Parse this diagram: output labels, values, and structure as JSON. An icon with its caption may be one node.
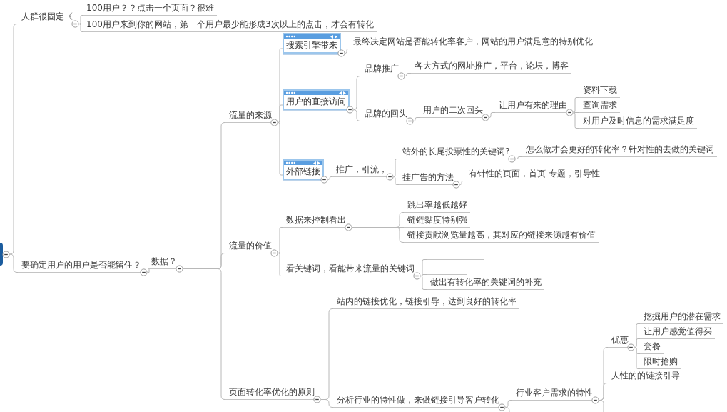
{
  "diagram": {
    "nodes": [
      {
        "text": [],
        "shape": "box"
      },
      {
        "text": [
          "人群很固定《"
        ]
      },
      {
        "text": [
          "100用户？？点击一个页面？很难"
        ]
      },
      {
        "text": [
          "100用户来到你的网站，第一个用户最少能形成3次以上的点击，才会有转化"
        ]
      },
      {
        "text": [
          "要确定用户的用户是否能留住？"
        ]
      },
      {
        "text": [
          "数据？"
        ]
      },
      {
        "text": [
          "流量的来源"
        ]
      },
      {
        "text": [
          "搜索引擎带来"
        ]
      },
      {
        "text": [
          "最终决定网站是否能转化率客户，网站的用户满足意的特别优化"
        ]
      },
      {
        "text": [
          "用户的直接访问"
        ]
      },
      {
        "text": [
          "品牌推广"
        ]
      },
      {
        "text": [
          "各大方式的网址推广，平台，论坛，博客"
        ]
      },
      {
        "text": [
          "品牌的回头"
        ]
      },
      {
        "text": [
          "用户的二次回头"
        ]
      },
      {
        "text": [
          "让用户有来的理由"
        ]
      },
      {
        "text": [
          "资料下载"
        ]
      },
      {
        "text": [
          "查询需求"
        ]
      },
      {
        "text": [
          "对用户及时信息的需求满足度"
        ]
      },
      {
        "text": [
          "外部链接"
        ]
      },
      {
        "text": [
          "推广，引流，"
        ]
      },
      {
        "text": [
          "站外的长尾投票性的关键词?"
        ]
      },
      {
        "text": [
          "怎么做才会更好的转化率？针对性的去做的关键词"
        ]
      },
      {
        "text": [
          "挂广告的方法"
        ]
      },
      {
        "text": [
          "有针性的页面，首页 专题，引导性"
        ]
      },
      {
        "text": [
          "流量的价值"
        ]
      },
      {
        "text": [
          "数据来控制看出"
        ]
      },
      {
        "text": [
          "跳出率越低越好"
        ]
      },
      {
        "text": [
          "链链黏度特别强"
        ]
      },
      {
        "text": [
          "链接贡献浏览量越高，其对应的链接来源越有价值"
        ]
      },
      {
        "text": [
          "看关键词，看能带来流量的关键词"
        ]
      },
      {
        "text": [],
        "shape": "line"
      },
      {
        "text": [],
        "shape": "line"
      },
      {
        "text": [
          "做出有转化率的关键词的补充"
        ]
      },
      {
        "text": [
          "页面转化率优化的原则"
        ]
      },
      {
        "text": [
          "站内的链接优化，链接引导，达到良好的转化率"
        ]
      },
      {
        "text": [
          "分析行业的特性做，来做链接引导客户转化"
        ]
      },
      {
        "text": [
          "行业客户需求的特性"
        ]
      },
      {
        "text": [
          "优惠"
        ]
      },
      {
        "text": [
          "挖掘用户的潜在需求"
        ]
      },
      {
        "text": [
          "让用户感觉值得买"
        ]
      },
      {
        "text": [
          "套餐"
        ]
      },
      {
        "text": [
          "限时抢购"
        ]
      },
      {
        "text": [
          "人性的的链接引导"
        ]
      }
    ],
    "edges": [
      {
        "from": 0,
        "to": 1,
        "arrow": "none"
      },
      {
        "from": 0,
        "to": 4,
        "arrow": "none"
      },
      {
        "from": 1,
        "to": 2,
        "arrow": "none"
      },
      {
        "from": 1,
        "to": 3,
        "arrow": "none"
      },
      {
        "from": 4,
        "to": 5,
        "arrow": "none"
      },
      {
        "from": 5,
        "to": 6,
        "arrow": "none"
      },
      {
        "from": 5,
        "to": 24,
        "arrow": "none"
      },
      {
        "from": 5,
        "to": 33,
        "arrow": "none"
      },
      {
        "from": 6,
        "to": 7,
        "arrow": "none"
      },
      {
        "from": 6,
        "to": 9,
        "arrow": "none"
      },
      {
        "from": 6,
        "to": 18,
        "arrow": "none"
      },
      {
        "from": 7,
        "to": 8,
        "arrow": "none"
      },
      {
        "from": 9,
        "to": 10,
        "arrow": "none"
      },
      {
        "from": 9,
        "to": 12,
        "arrow": "none"
      },
      {
        "from": 10,
        "to": 11,
        "arrow": "none"
      },
      {
        "from": 12,
        "to": 13,
        "arrow": "none"
      },
      {
        "from": 13,
        "to": 14,
        "arrow": "none"
      },
      {
        "from": 14,
        "to": 15,
        "arrow": "none"
      },
      {
        "from": 14,
        "to": 16,
        "arrow": "none"
      },
      {
        "from": 14,
        "to": 17,
        "arrow": "none"
      },
      {
        "from": 18,
        "to": 19,
        "arrow": "none"
      },
      {
        "from": 19,
        "to": 20,
        "arrow": "none"
      },
      {
        "from": 19,
        "to": 22,
        "arrow": "none"
      },
      {
        "from": 20,
        "to": 21,
        "arrow": "none"
      },
      {
        "from": 22,
        "to": 23,
        "arrow": "none"
      },
      {
        "from": 24,
        "to": 25,
        "arrow": "none"
      },
      {
        "from": 24,
        "to": 29,
        "arrow": "none"
      },
      {
        "from": 25,
        "to": 26,
        "arrow": "none"
      },
      {
        "from": 25,
        "to": 27,
        "arrow": "none"
      },
      {
        "from": 25,
        "to": 28,
        "arrow": "none"
      },
      {
        "from": 29,
        "to": 30,
        "arrow": "none"
      },
      {
        "from": 29,
        "to": 31,
        "arrow": "none"
      },
      {
        "from": 29,
        "to": 32,
        "arrow": "none"
      },
      {
        "from": 33,
        "to": 34,
        "arrow": "none"
      },
      {
        "from": 33,
        "to": 35,
        "arrow": "none"
      },
      {
        "from": 35,
        "to": 36,
        "arrow": "none"
      },
      {
        "from": 35,
        "to": null,
        "arrow": "none"
      },
      {
        "from": 36,
        "to": 37,
        "arrow": "none"
      },
      {
        "from": 36,
        "to": 42,
        "arrow": "none"
      },
      {
        "from": 36,
        "to": null,
        "arrow": "none"
      },
      {
        "from": 37,
        "to": 38,
        "arrow": "none"
      },
      {
        "from": 37,
        "to": 39,
        "arrow": "none"
      },
      {
        "from": 37,
        "to": 40,
        "arrow": "none"
      },
      {
        "from": 37,
        "to": 41,
        "arrow": "none"
      }
    ]
  }
}
